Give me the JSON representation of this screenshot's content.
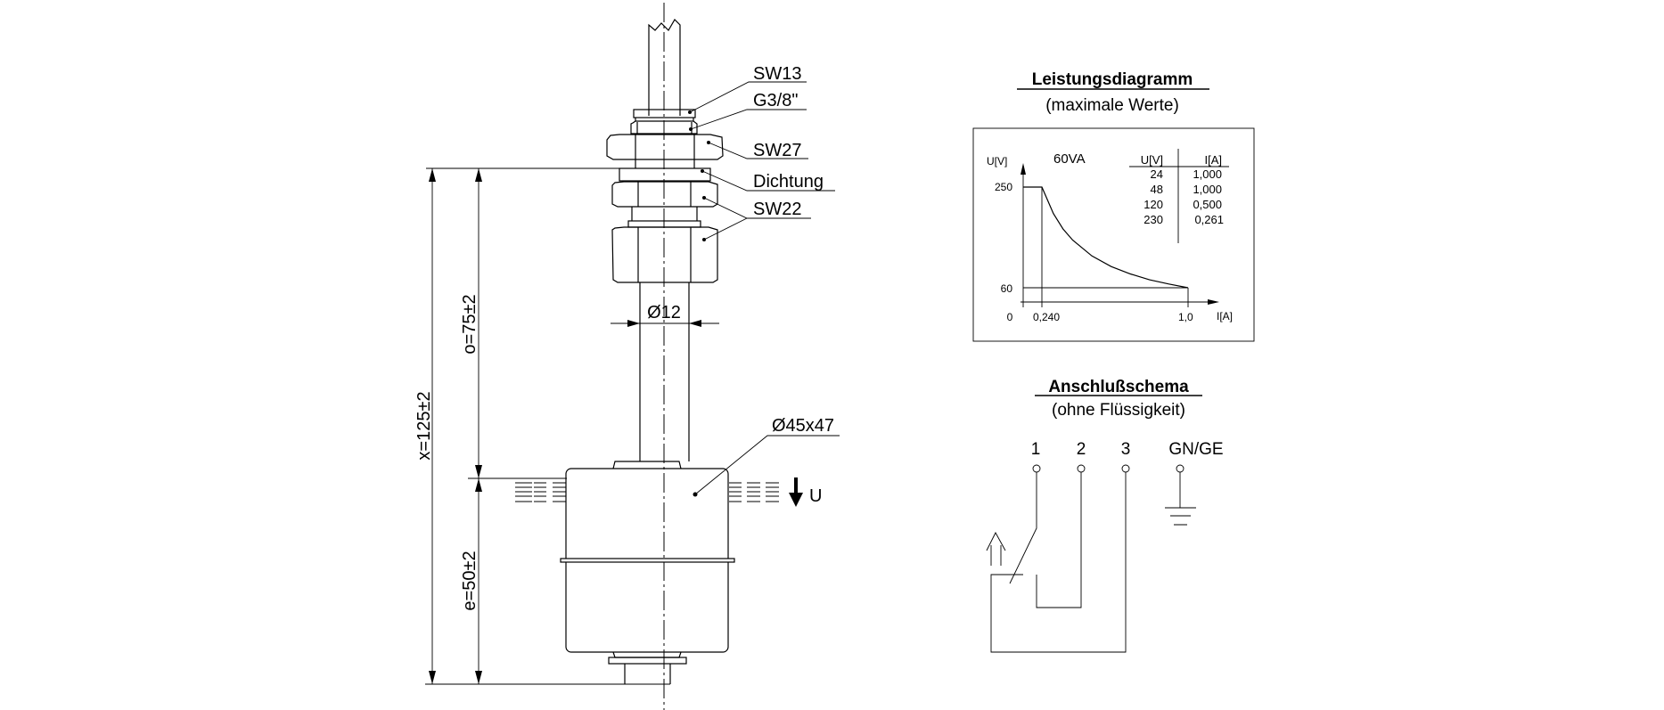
{
  "drawing": {
    "labels": {
      "sw13": "SW13",
      "g38": "G3/8\"",
      "sw27": "SW27",
      "dichtung": "Dichtung",
      "sw22": "SW22",
      "d12": "Ø12",
      "d45x47": "Ø45x47",
      "u_arrow": "U"
    },
    "dimensions": {
      "x": "x=125±2",
      "o": "o=75±2",
      "e": "e=50±2"
    }
  },
  "power_diagram": {
    "title": "Leistungsdiagramm",
    "subtitle": "(maximale Werte)",
    "power_label": "60VA",
    "table": {
      "headers": [
        "U[V]",
        "I[A]"
      ],
      "rows": [
        {
          "u": "24",
          "i": "1,000"
        },
        {
          "u": "48",
          "i": "1,000"
        },
        {
          "u": "120",
          "i": "0,500"
        },
        {
          "u": "230",
          "i": "0,261"
        }
      ]
    }
  },
  "chart_data": {
    "type": "line",
    "title": "60VA",
    "xlabel": "I[A]",
    "ylabel": "U[V]",
    "x_ticks": [
      "0",
      "0,240",
      "1,0"
    ],
    "y_ticks": [
      "250",
      "60"
    ],
    "series": [
      {
        "name": "60VA",
        "points": [
          [
            0,
            250
          ],
          [
            0.24,
            250
          ],
          [
            0.3,
            200
          ],
          [
            0.35,
            171
          ],
          [
            0.4,
            150
          ],
          [
            0.5,
            120
          ],
          [
            0.6,
            100
          ],
          [
            0.7,
            86
          ],
          [
            0.8,
            75
          ],
          [
            0.9,
            67
          ],
          [
            1.0,
            60
          ]
        ]
      }
    ]
  },
  "wiring": {
    "title": "Anschlußschema",
    "subtitle": "(ohne Flüssigkeit)",
    "terminals": [
      "1",
      "2",
      "3",
      "GN/GE"
    ]
  }
}
